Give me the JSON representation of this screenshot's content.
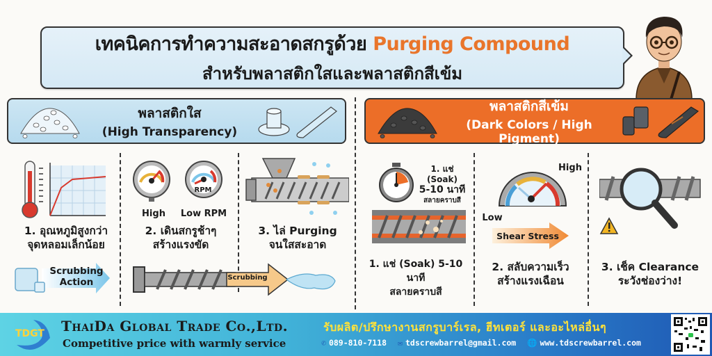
{
  "title": {
    "line1_thai": "เทคนิคการทำความสะอาดสกรูด้วย",
    "line1_accent": "Purging Compound",
    "line2": "สำหรับพลาสติกใสและพลาสติกสีเข้ม",
    "accent_color": "#e9752b"
  },
  "sections": {
    "clear": {
      "title_th": "พลาสติกใส",
      "title_en": "(High Transparency)",
      "bg_color": "#c2e0f1",
      "steps": [
        {
          "caption_line1": "1. อุณหภูมิสูงกว่า",
          "caption_line2": "จุดหลอมเล็กน้อย",
          "icon": "thermometer-graph-icon"
        },
        {
          "caption_line1": "2. เดินสกรูช้าๆ",
          "caption_line2": "สร้างแรงขัด",
          "gauge_labels": [
            "High",
            "Low RPM"
          ],
          "gauge_text": "RPM",
          "icon": "pressure-gauges-icon"
        },
        {
          "caption_line1": "3. ไล่ Purging",
          "caption_line2": "จนใสสะอาด",
          "icon": "injection-barrel-icon"
        }
      ],
      "scrubbing_action_label_line1": "Scrubbing",
      "scrubbing_action_label_line2": "Action",
      "screw_arrow_label": "Scrubbing"
    },
    "dark": {
      "title_th": "พลาสติกสีเข้ม",
      "title_en": "(Dark Colors / High Pigment)",
      "bg_color": "#ec6e28",
      "steps": [
        {
          "timer_line1": "1. แช่ (Soak)",
          "timer_line2": "5-10 นาที",
          "timer_line3": "สลายคราบสี",
          "caption_line1": "1. แช่ (Soak) 5-10 นาที",
          "caption_line2": "สลายคราบสี",
          "icon": "stopwatch-icon"
        },
        {
          "gauge_high": "High",
          "gauge_low": "Low",
          "arrow_label": "Shear Stress",
          "caption_line1": "2. สลับความเร็ว",
          "caption_line2": "สร้างแรงเฉือน",
          "icon": "shear-gauge-icon"
        },
        {
          "caption_line1": "3. เช็ค Clearance",
          "caption_line2": "ระวังช่องว่าง!",
          "icon": "magnifier-screw-icon"
        }
      ]
    }
  },
  "footer": {
    "logo_text": "TDGT",
    "company_name": "ThaiDa Global Trade Co.,Ltd.",
    "slogan": "Competitive price with warmly service",
    "services": "รับผลิต/ปรึกษางานสกรูบาร์เรล, ฮีทเตอร์ และอะไหล่อื่นๆ",
    "phone": "089-810-7118",
    "email": "tdscrewbarrel@gmail.com",
    "website": "www.tdscrewbarrel.com"
  }
}
